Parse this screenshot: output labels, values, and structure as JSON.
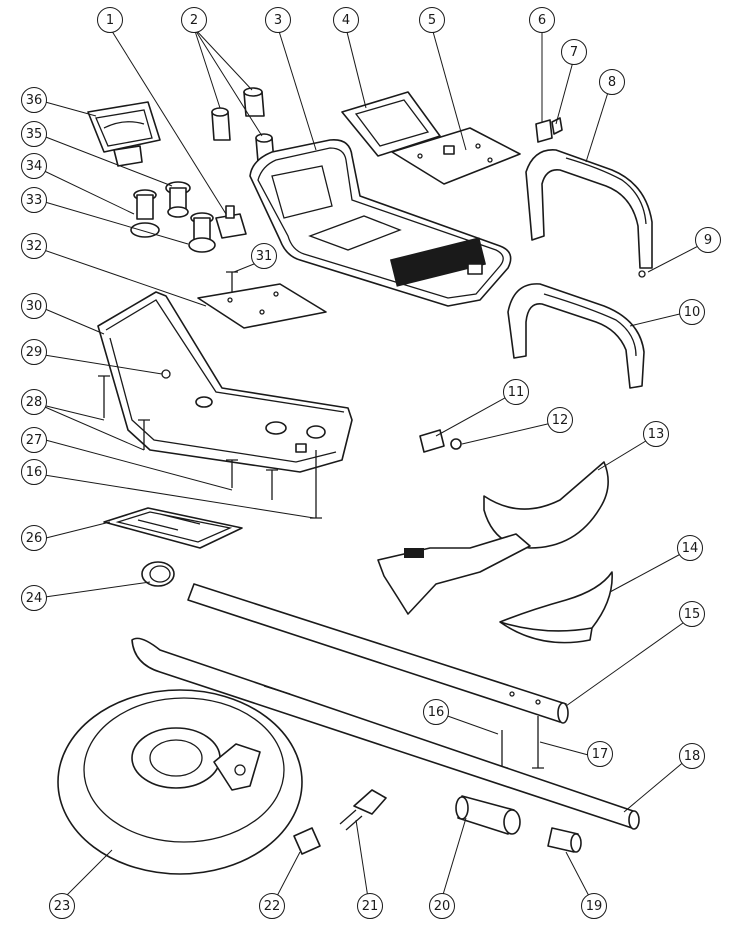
{
  "callouts": [
    "1",
    "2",
    "3",
    "4",
    "5",
    "6",
    "7",
    "8",
    "9",
    "10",
    "11",
    "12",
    "13",
    "14",
    "15",
    "16",
    "17",
    "18",
    "19",
    "20",
    "21",
    "22",
    "23",
    "24",
    "26",
    "27",
    "28",
    "29",
    "30",
    "31",
    "32",
    "33",
    "34",
    "35",
    "36",
    "16"
  ],
  "parts": [
    "meter",
    "knobs",
    "control-panel",
    "panel-label",
    "circuit-board",
    "cable-connector",
    "cable-nut",
    "handle-top",
    "handle-screw",
    "handle-bottom",
    "headphone-jack",
    "jack-nut",
    "armrest",
    "armrest-pad",
    "upper-shaft",
    "screw",
    "screw-long",
    "lower-shaft",
    "end-cap",
    "lock-sleeve",
    "coil-bolt",
    "coil-nut",
    "search-coil",
    "grommet",
    "battery-door",
    "screws",
    "screws-pair",
    "screw-small",
    "housing",
    "screw-plate",
    "pcb-plate",
    "potentiometer",
    "potentiometer",
    "potentiometer",
    "meter-window"
  ]
}
